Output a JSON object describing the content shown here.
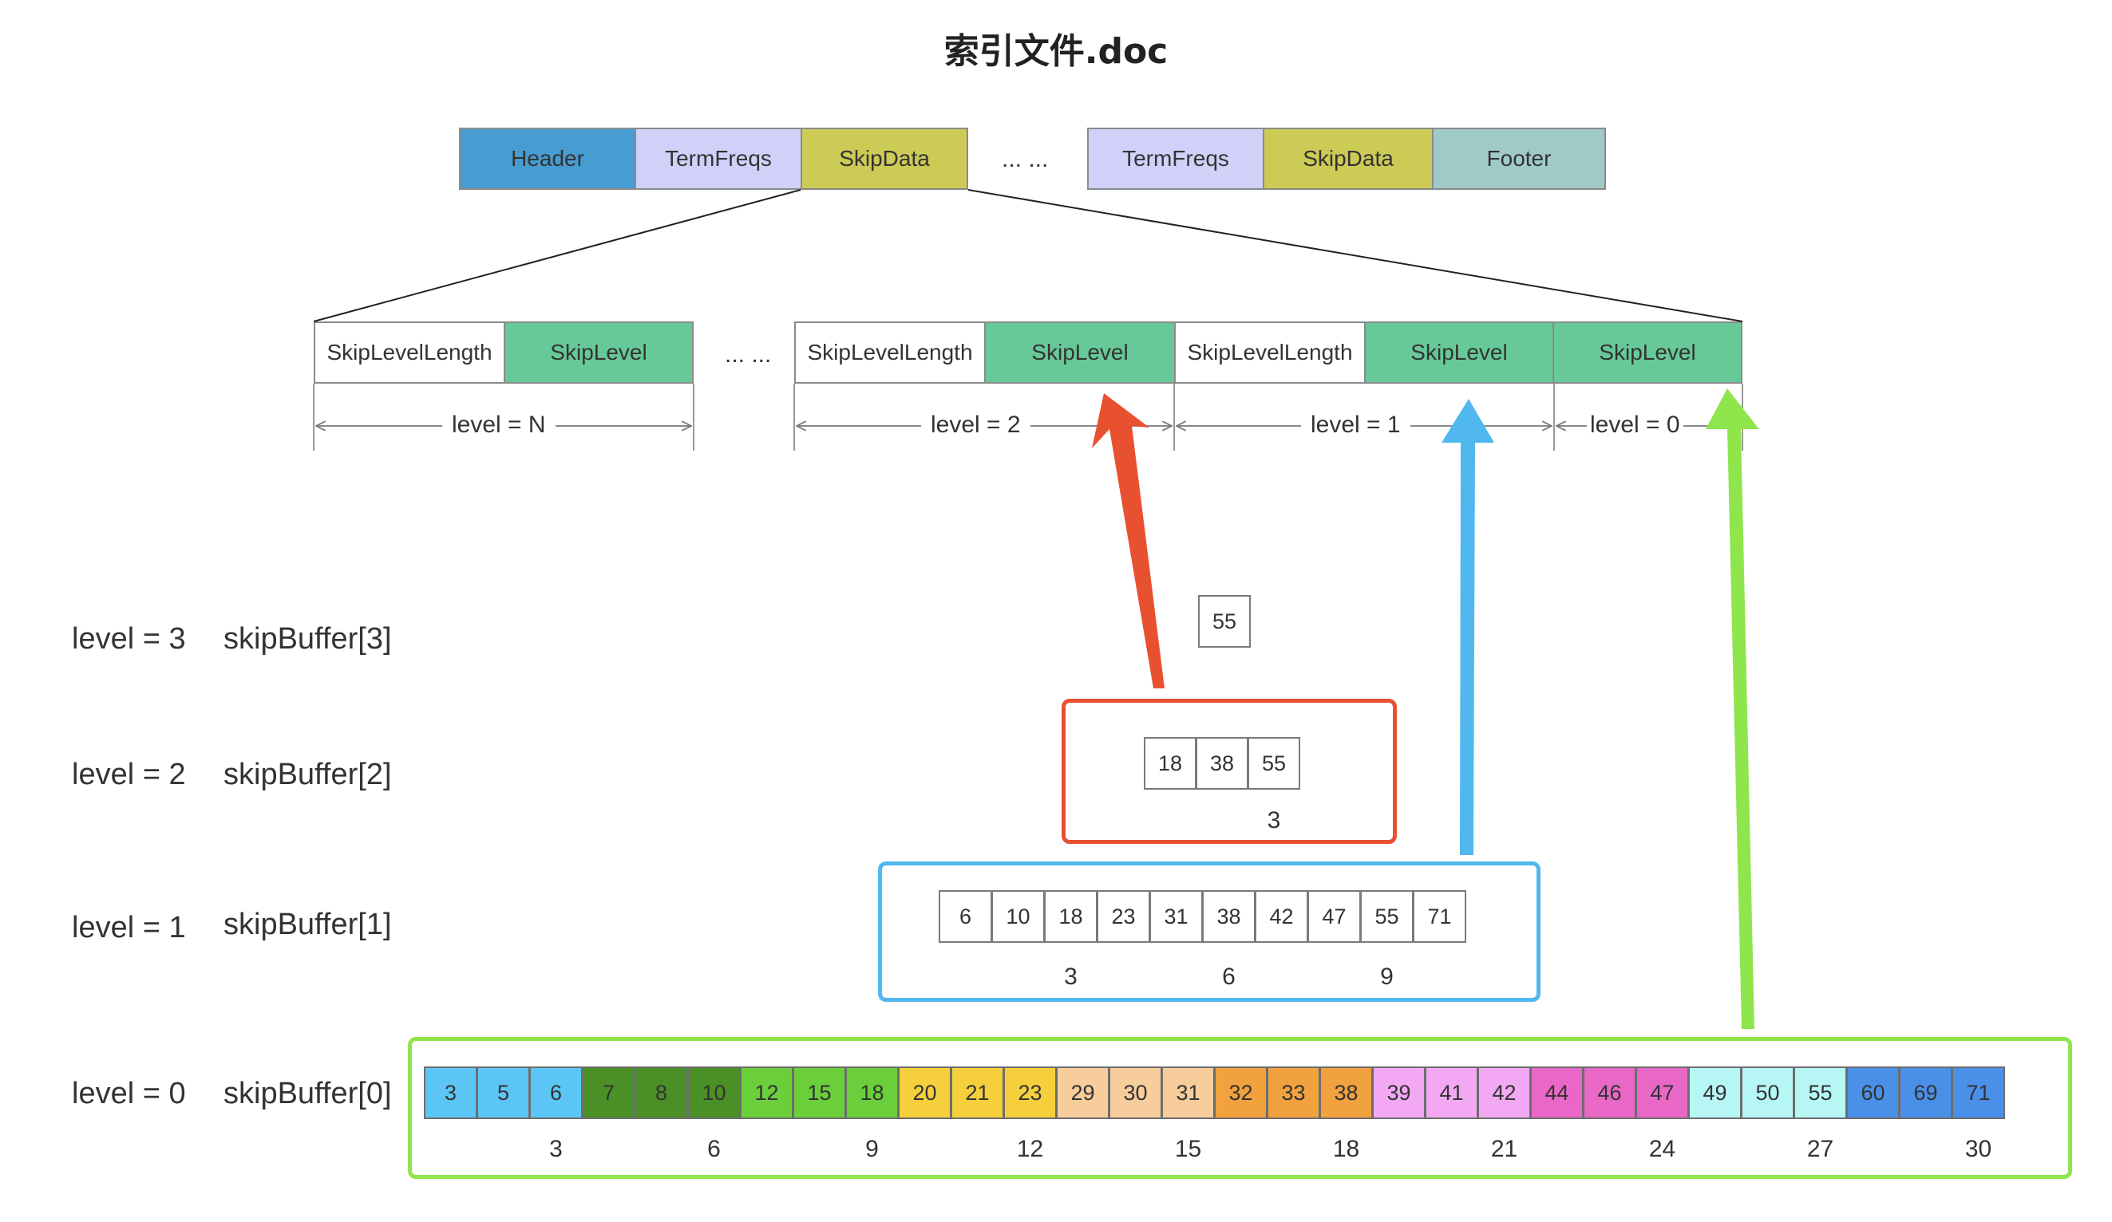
{
  "title": "索引文件.doc",
  "doc_segments": [
    "Header",
    "TermFreqs",
    "SkipData",
    "... ...",
    "TermFreqs",
    "SkipData",
    "Footer"
  ],
  "skip_data": {
    "group_n": {
      "length_label": "SkipLevelLength",
      "level_label": "SkipLevel",
      "range_label": "level = N"
    },
    "ellipsis": "... ...",
    "group_2": {
      "length_label": "SkipLevelLength",
      "level_label": "SkipLevel",
      "range_label": "level = 2"
    },
    "group_1": {
      "length_label": "SkipLevelLength",
      "level_label": "SkipLevel",
      "range_label": "level = 1"
    },
    "group_0": {
      "level_label": "SkipLevel",
      "range_label": "level = 0"
    }
  },
  "levels": [
    {
      "level_label": "level = 3",
      "buffer_label": "skipBuffer[3]",
      "values": [
        "55"
      ],
      "indexes": []
    },
    {
      "level_label": "level = 2",
      "buffer_label": "skipBuffer[2]",
      "values": [
        "18",
        "38",
        "55"
      ],
      "indexes": [
        "3"
      ]
    },
    {
      "level_label": "level = 1",
      "buffer_label": "skipBuffer[1]",
      "values": [
        "6",
        "10",
        "18",
        "23",
        "31",
        "38",
        "42",
        "47",
        "55",
        "71"
      ],
      "indexes": [
        "3",
        "6",
        "9"
      ]
    },
    {
      "level_label": "level = 0",
      "buffer_label": "skipBuffer[0]",
      "values": [
        "3",
        "5",
        "6",
        "7",
        "8",
        "10",
        "12",
        "15",
        "18",
        "20",
        "21",
        "23",
        "29",
        "30",
        "31",
        "32",
        "33",
        "38",
        "39",
        "41",
        "42",
        "44",
        "46",
        "47",
        "49",
        "50",
        "55",
        "60",
        "69",
        "71"
      ],
      "indexes": [
        "3",
        "6",
        "9",
        "12",
        "15",
        "18",
        "21",
        "24",
        "27",
        "30"
      ]
    }
  ],
  "colors": {
    "header": "#479cd2",
    "termfreqs": "#d1d0f9",
    "skipdata": "#cccb55",
    "footer": "#a0cac8",
    "skiplevel": "#66c997",
    "frame_level2": "#e8512f",
    "frame_level1": "#50b8ee",
    "frame_level0": "#8fe54c",
    "level0_groups": [
      "#5bc6f6",
      "#4b8f27",
      "#6bcf3c",
      "#f5d03c",
      "#f7cd9b",
      "#f1a13e",
      "#f3a8f4",
      "#e967c6",
      "#b6f7f6",
      "#4a90e8"
    ]
  }
}
